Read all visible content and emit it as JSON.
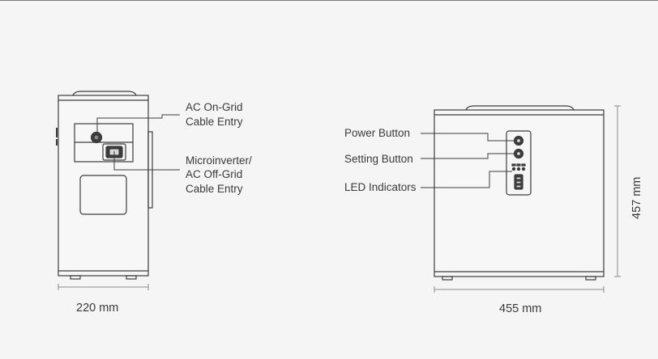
{
  "side_view": {
    "label_ac_on_grid_line1": "AC On-Grid",
    "label_ac_on_grid_line2": "Cable Entry",
    "label_micro_line1": "Microinverter/",
    "label_micro_line2": "AC Off-Grid",
    "label_micro_line3": "Cable Entry",
    "width_dimension": "220 mm"
  },
  "front_view": {
    "label_power_button": "Power Button",
    "label_setting_button": "Setting Button",
    "label_led_indicators": "LED Indicators",
    "width_dimension": "455 mm",
    "height_dimension": "457 mm"
  },
  "colors": {
    "line": "#3c3c3c",
    "background": "#f5f5f5",
    "dimension_line": "#8a8a8a"
  }
}
